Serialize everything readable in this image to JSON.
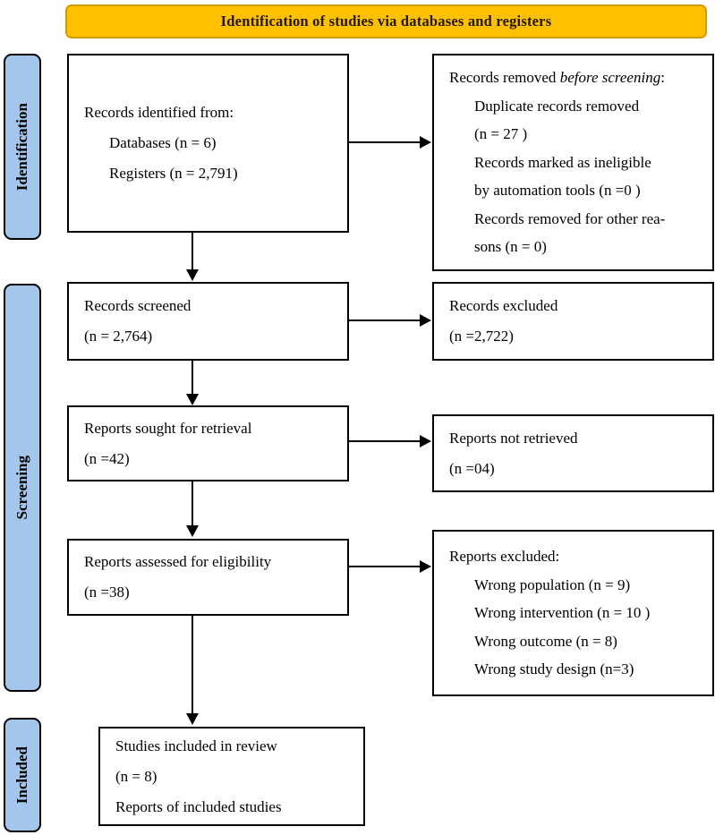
{
  "banner": {
    "label": "Identification of studies via databases and registers"
  },
  "colors": {
    "banner_fill": "#FFC000",
    "banner_border": "#D49A00",
    "banner_text": "#221A00",
    "sidebar_fill": "#A3C6EA",
    "line_color": "#000000"
  },
  "sidebar": {
    "stages": [
      {
        "label": "Identification"
      },
      {
        "label": "Screening"
      },
      {
        "label": "Included"
      }
    ]
  },
  "boxes": {
    "records_identified": {
      "lines": [
        "Records identified from:",
        "Databases (n = 6)",
        "Registers (n = 2,791)"
      ]
    },
    "records_removed": {
      "title_prefix": "Records removed ",
      "title_italic": "before screening",
      "title_suffix": ":",
      "lines": [
        "Duplicate records removed",
        "(n = 27 )",
        "Records marked as ineligible",
        "by automation tools (n =0 )",
        "Records removed for other rea-",
        "sons (n = 0)"
      ]
    },
    "records_screened": {
      "lines": [
        "Records screened",
        "(n = 2,764)"
      ]
    },
    "records_excluded": {
      "lines": [
        "Records excluded",
        "(n =2,722)"
      ]
    },
    "reports_sought": {
      "lines": [
        "Reports sought for retrieval",
        "(n =42)"
      ]
    },
    "reports_not_retrieved": {
      "lines": [
        "Reports not retrieved",
        "(n =04)"
      ]
    },
    "reports_assessed": {
      "lines": [
        "Reports assessed for eligibility",
        "(n =38)"
      ]
    },
    "reports_excluded": {
      "title": "Reports excluded:",
      "lines": [
        "Wrong population (n = 9)",
        "Wrong intervention (n = 10 )",
        "Wrong outcome (n = 8)",
        "Wrong study design (n=3)"
      ]
    },
    "studies_included": {
      "lines": [
        "Studies included in review",
        "(n = 8)",
        "Reports of included studies"
      ]
    }
  }
}
